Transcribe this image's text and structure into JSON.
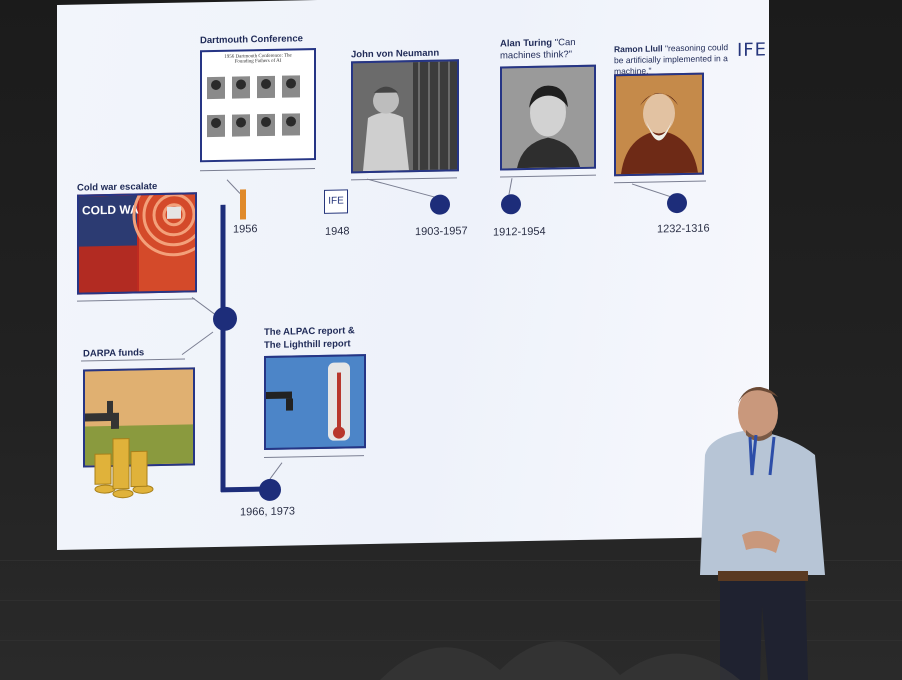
{
  "slide": {
    "logo": "IFE",
    "events": [
      {
        "title": "Dartmouth Conference",
        "date": "1956"
      },
      {
        "title": "1956 Dartmouth Conference: The Founding Fathers of AI",
        "date": ""
      },
      {
        "title": "John von Neumann",
        "date": "1903-1957"
      },
      {
        "title": "Alan Turing",
        "quote": "\"Can machines think?\"",
        "date": "1912-1954"
      },
      {
        "title": "Ramon Llull",
        "quote": "\"reasoning could be artificially implemented in a machine.\"",
        "date": "1232-1316"
      },
      {
        "title": "Cold war escalate",
        "poster": "COLD WAR"
      },
      {
        "title": "DARPA funds"
      },
      {
        "title": "The ALPAC report & The Lighthill report",
        "date": "1966, 1973"
      },
      {
        "title": "",
        "date": "1948"
      }
    ]
  },
  "colors": {
    "timeline": "#1d2d7a",
    "accent": "#e08a2a"
  }
}
